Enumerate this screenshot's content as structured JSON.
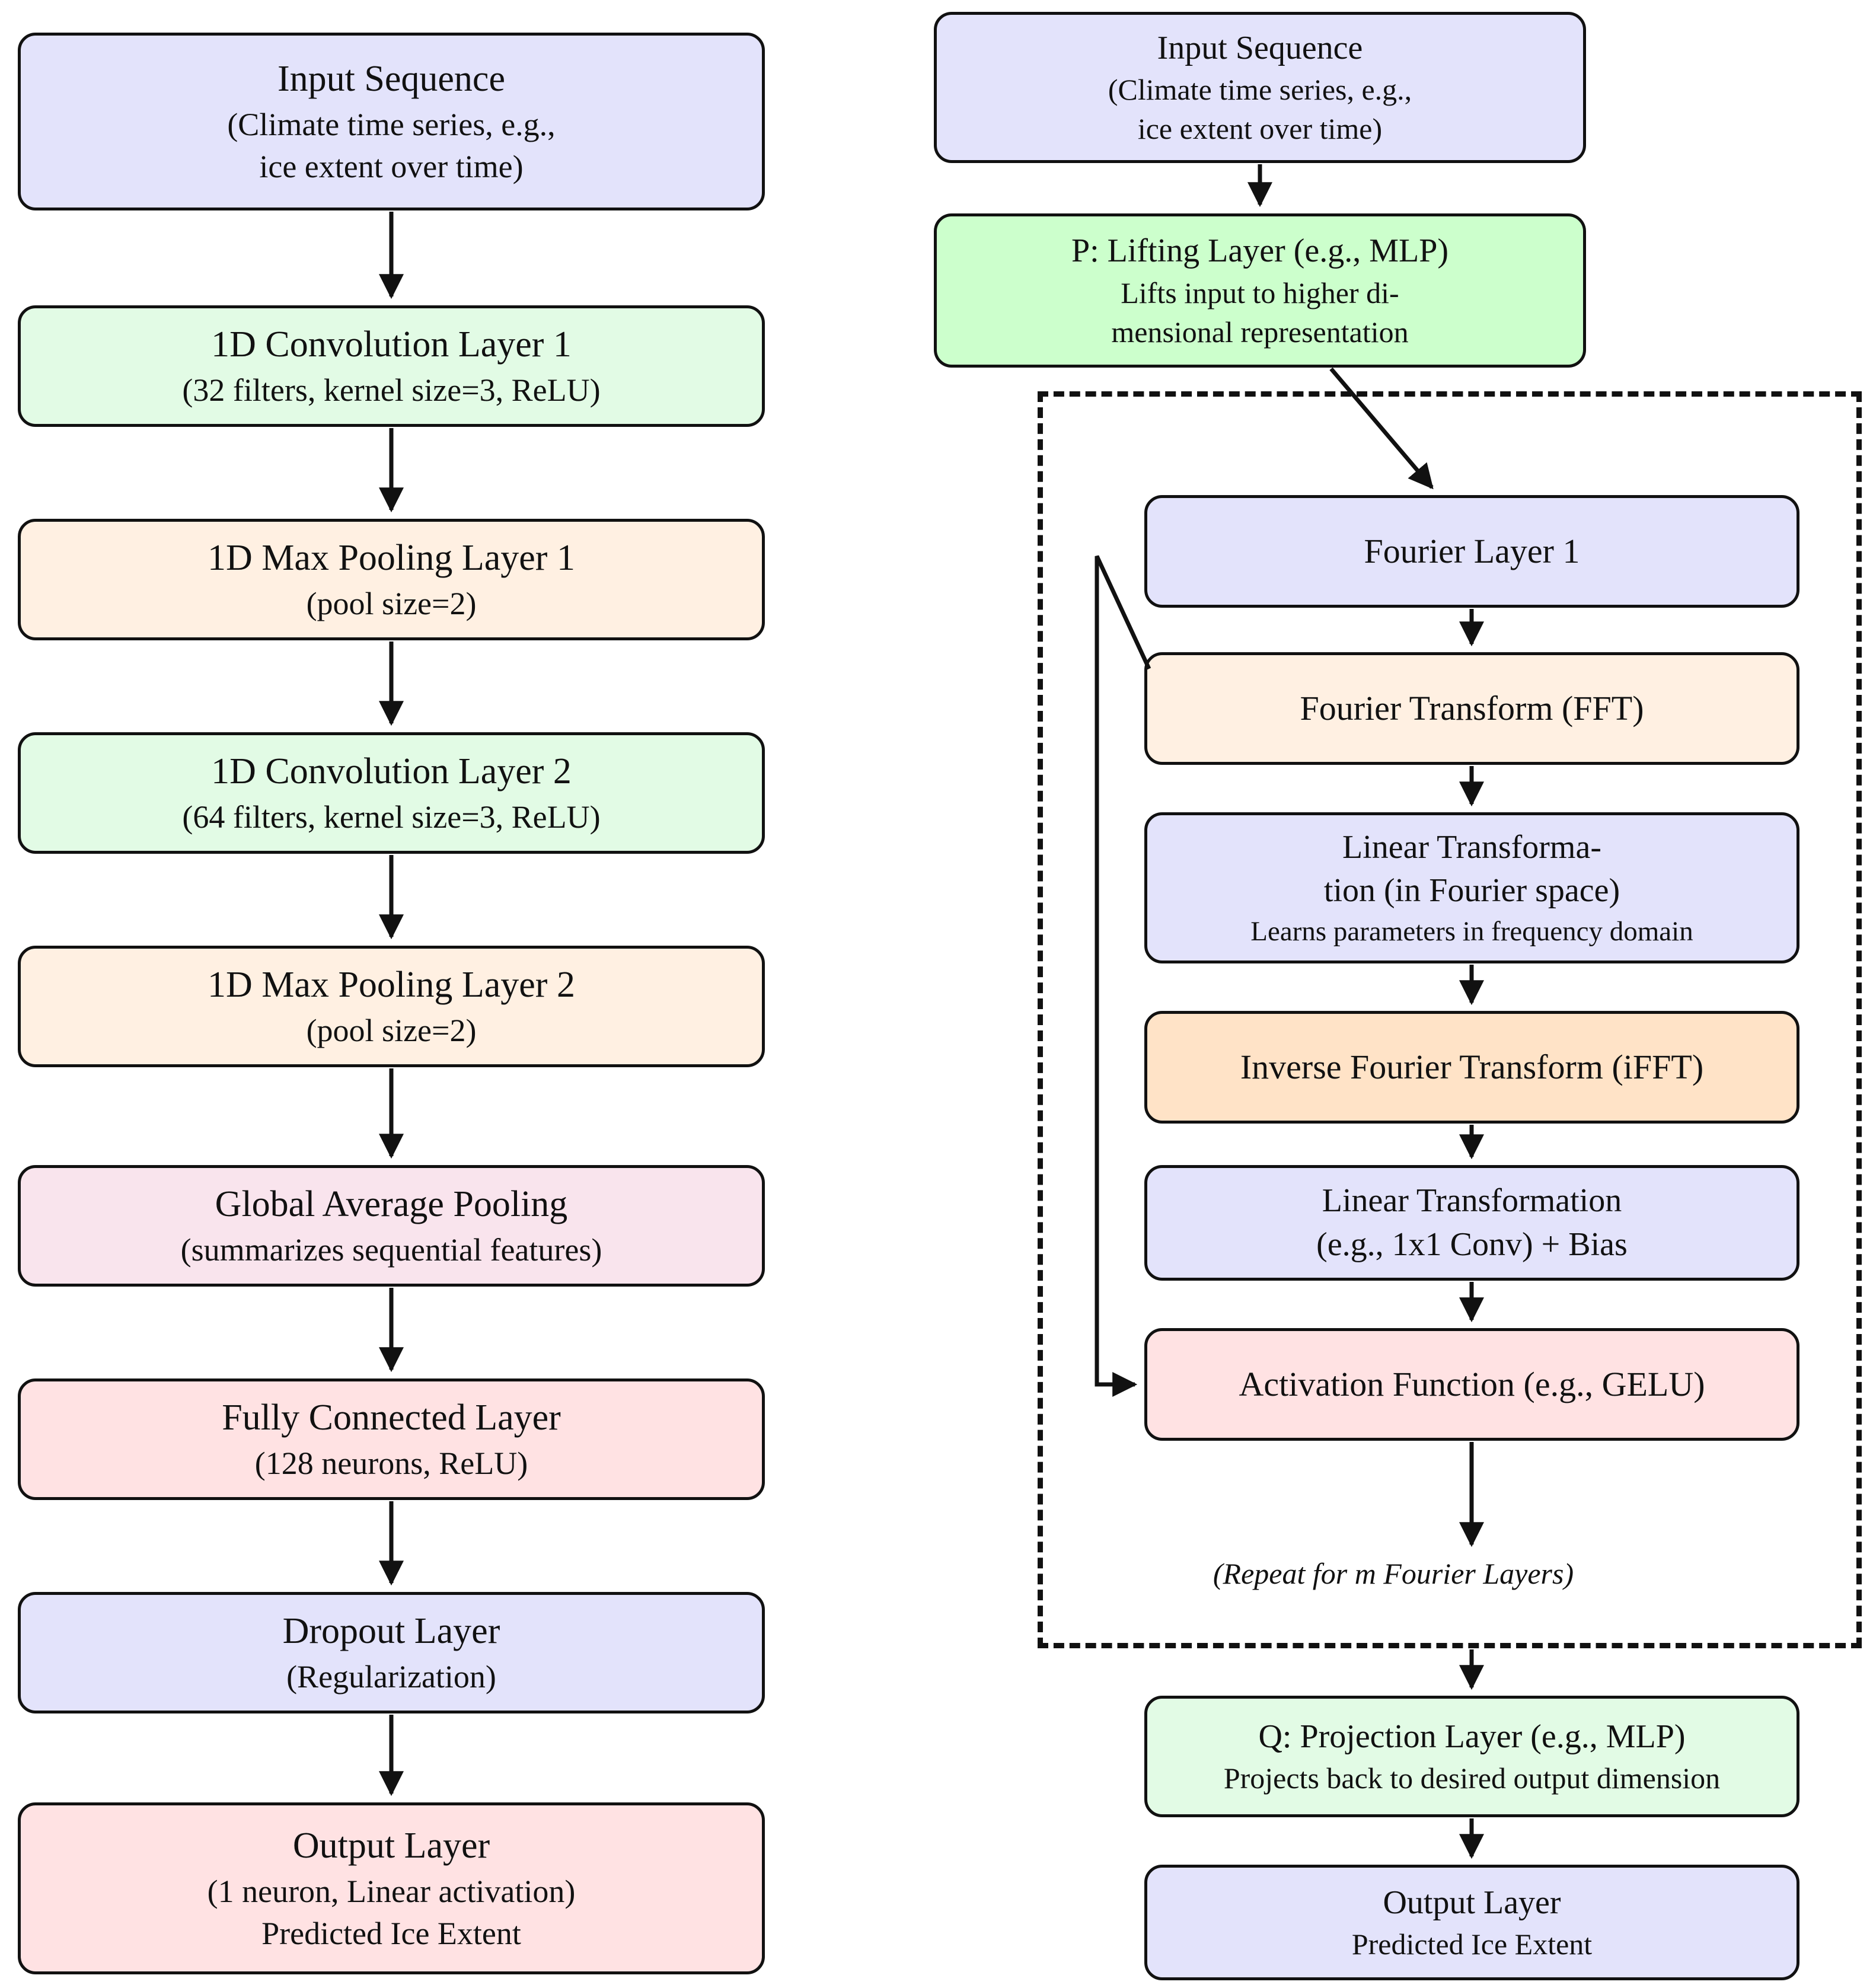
{
  "colors": {
    "lavender": "#E3E3FB",
    "mint": "#E2FBE5",
    "peach": "#FFF0E2",
    "orange": "#FFE3C7",
    "rose": "#F9E4ED",
    "pink": "#FFE2E3",
    "green": "#CCFFCC",
    "stroke": "#111111",
    "background": "#FFFFFF"
  },
  "left": {
    "boxes": [
      {
        "title": "Input Sequence",
        "sub1": "(Climate time series, e.g.,",
        "sub2": "ice extent over time)"
      },
      {
        "title": "1D Convolution Layer 1",
        "sub1": "(32 filters, kernel size=3, ReLU)"
      },
      {
        "title": "1D Max Pooling Layer 1",
        "sub1": "(pool size=2)"
      },
      {
        "title": "1D Convolution Layer 2",
        "sub1": "(64 filters, kernel size=3, ReLU)"
      },
      {
        "title": "1D Max Pooling Layer 2",
        "sub1": "(pool size=2)"
      },
      {
        "title": "Global Average Pooling",
        "sub1": "(summarizes sequential features)"
      },
      {
        "title": "Fully Connected Layer",
        "sub1": "(128 neurons, ReLU)"
      },
      {
        "title": "Dropout Layer",
        "sub1": "(Regularization)"
      },
      {
        "title": "Output Layer",
        "sub1": "(1 neuron, Linear activation)",
        "sub2": "Predicted Ice Extent"
      }
    ]
  },
  "right": {
    "input": {
      "title": "Input Sequence",
      "sub1": "(Climate time series, e.g.,",
      "sub2": "ice extent over time)"
    },
    "lifting": {
      "title": "P: Lifting Layer (e.g., MLP)",
      "sub1": "Lifts input to higher di-",
      "sub2": "mensional representation"
    },
    "fourier_block": {
      "fourier1": {
        "title": "Fourier Layer 1"
      },
      "fft": {
        "title": "Fourier Transform (FFT)"
      },
      "linear_fourier": {
        "title": "Linear Transforma-",
        "sub1": "tion (in Fourier space)",
        "sub2": "Learns parameters in frequency domain"
      },
      "ifft": {
        "title": "Inverse Fourier Transform (iFFT)"
      },
      "linear_conv": {
        "title": "Linear Transformation",
        "sub1": "(e.g., 1x1 Conv) + Bias"
      },
      "activation": {
        "title": "Activation Function (e.g., GELU)"
      },
      "repeat_note": "(Repeat for m Fourier Layers)"
    },
    "projection": {
      "title": "Q: Projection Layer (e.g., MLP)",
      "sub1": "Projects back to desired output dimension"
    },
    "output": {
      "title": "Output Layer",
      "sub1": "Predicted Ice Extent"
    }
  }
}
